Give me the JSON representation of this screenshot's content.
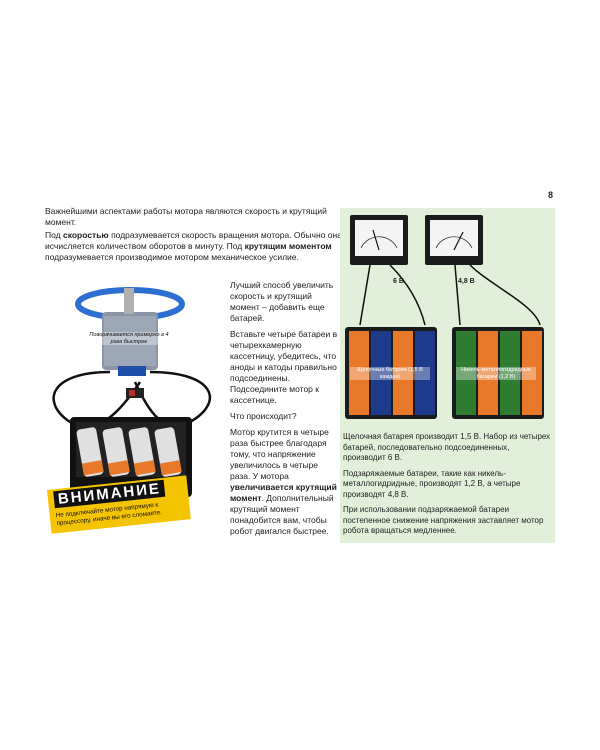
{
  "page_number": "8",
  "intro": {
    "p1": "Важнейшими аспектами работы мотора являются скорость и крутящий момент.",
    "p2_a": "Под ",
    "p2_b": "скоростью",
    "p2_c": " подразумевается скорость вращения мотора. Обычно она исчисляется количеством оборотов в минуту. Под ",
    "p2_d": "крутящим моментом",
    "p2_e": " подразумевается производимое мотором механическое усилие."
  },
  "middle": {
    "p1": "Лучший способ увеличить скорость и крутящий момент – добавить еще батарей.",
    "p2": "Вставьте четыре батареи в четырехкамерную кассетницу, убедитесь, что аноды и катоды правильно подсоединены. Подсоедините мотор к кассетнице.",
    "p3": "Что происходит?",
    "p4_a": "Мотор крутится в четыре раза быстрее благодаря тому, что напряжение увеличилось в четыре раза. У мотора ",
    "p4_b": "увеличивается крутящий момент",
    "p4_c": ". Дополнительный крутящий момент понадобится вам, чтобы робот двигался быстрее."
  },
  "motor_caption": "Поворачивается примерно в 4 раза быстрее",
  "warning": {
    "title": "ВНИМАНИЕ",
    "text": "Не подключайте мотор напрямую к процессору, иначе вы его сломаете."
  },
  "meters": {
    "left_label": "6 В",
    "right_label": "4,8 В"
  },
  "battery_labels": {
    "left": "Щелочные батареи (1,5 В каждая)",
    "right": "Никель-металлогидридные батареи (1,2 В)"
  },
  "green_text": {
    "p1": "Щелочная батарея производит 1,5 В. Набор из четырех батарей, последовательно подсоединенных, производит 6 В.",
    "p2": "Подзаряжаемые батареи, такие как никель-металлогидридные, производят 1,2 В, а четыре производят 4,8 В.",
    "p3": "При использовании подзаряжаемой батареи постепенное снижение напряжения заставляет мотор робота вращаться медленнее."
  },
  "colors": {
    "green_bg": "#e2f0d9",
    "warning_yellow": "#f5c400",
    "battery_orange": "#e8782a",
    "battery_blue": "#1e3a8a",
    "battery_green": "#2e7d32"
  }
}
